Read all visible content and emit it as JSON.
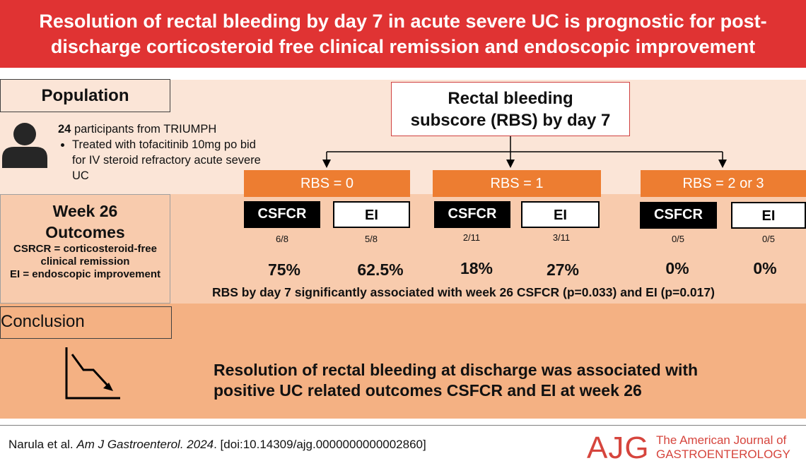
{
  "header": {
    "line1": "Resolution of rectal bleeding by day 7 in acute severe UC is prognostic for post-",
    "line2": "discharge corticosteroid free clinical remission and endoscopic improvement"
  },
  "population": {
    "label": "Population",
    "count": "24",
    "participants_text": " participants from TRIUMPH",
    "bullet": "Treated with tofacitinib 10mg po bid for IV steroid refractory acute severe UC"
  },
  "outcomes": {
    "title_line1": "Week 26",
    "title_line2": "Outcomes",
    "def1": "CSRCR = corticosteroid-free clinical remission",
    "def2": "EI = endoscopic improvement"
  },
  "rbs_box": {
    "line1": "Rectal bleeding",
    "line2": "subscore (RBS) by day 7"
  },
  "groups": [
    {
      "label": "RBS = 0",
      "csfcr_tag": "CSFCR",
      "ei_tag": "EI",
      "csfcr_frac": "6/8",
      "ei_frac": "5/8",
      "csfcr_pct": "75%",
      "ei_pct": "62.5%",
      "csfcr_value": 0.75,
      "ei_value": 0.625
    },
    {
      "label": "RBS = 1",
      "csfcr_tag": "CSFCR",
      "ei_tag": "EI",
      "csfcr_frac": "2/11",
      "ei_frac": "3/11",
      "csfcr_pct": "18%",
      "ei_pct": "27%",
      "csfcr_value": 0.18,
      "ei_value": 0.27
    },
    {
      "label": "RBS = 2 or 3",
      "csfcr_tag": "CSFCR",
      "ei_tag": "EI",
      "csfcr_frac": "0/5",
      "ei_frac": "0/5",
      "csfcr_pct": "0%",
      "ei_pct": "0%",
      "csfcr_value": 0,
      "ei_value": 0
    }
  ],
  "significance": "RBS by day 7 significantly associated with week 26 CSFCR (p=0.033) and EI (p=0.017)",
  "conclusion": {
    "label": "Conclusion",
    "line1": "Resolution of rectal bleeding at discharge was associated with",
    "line2": "positive UC related outcomes CSFCR and EI at week 26"
  },
  "footer": {
    "authors": "Narula et al. ",
    "journal_abbrev": "Am J Gastroenterol",
    "year": ". 2024",
    "doi": ". [doi:10.14309/ajg.0000000000002860]",
    "logo": "AJG",
    "journal_line1": "The American Journal of",
    "journal_line2": "GASTROENTEROLOGY"
  },
  "colors": {
    "header_red": "#e03333",
    "orange": "#ed7d31",
    "band_light": "#fbe5d7",
    "band_mid": "#f8cbad",
    "band_dark": "#f4b183",
    "logo_red": "#d6453d"
  },
  "icons": {
    "population": "person-icon",
    "conclusion": "downward-trend-icon"
  }
}
